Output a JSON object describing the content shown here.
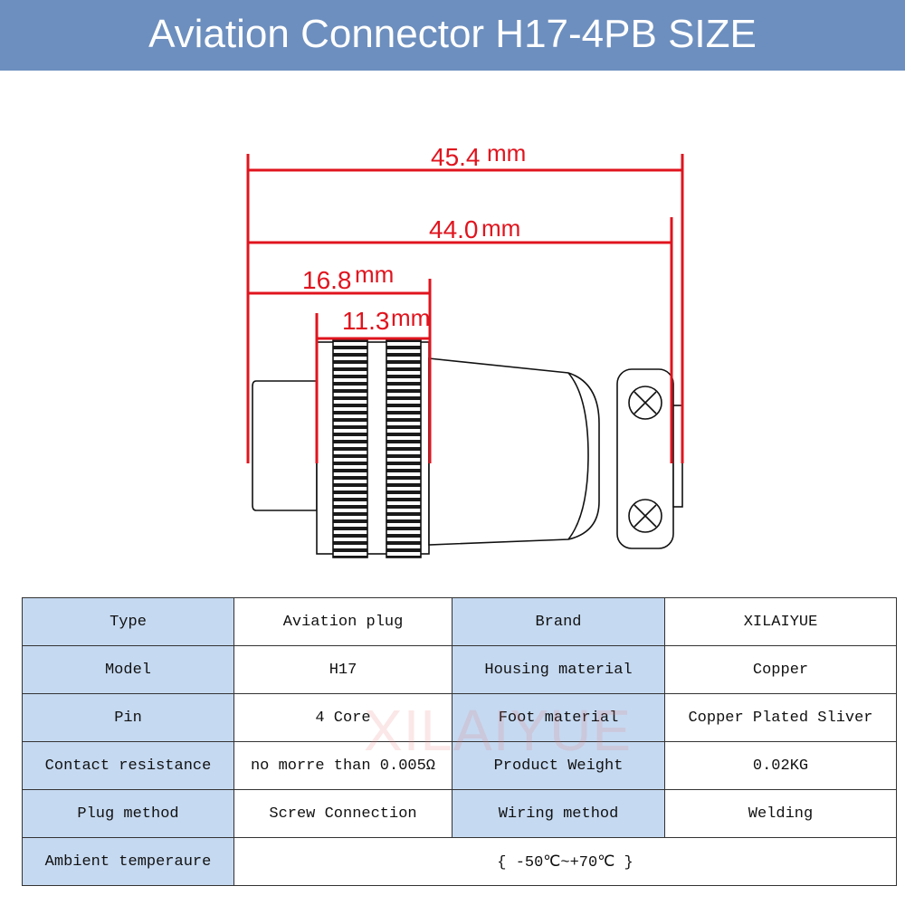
{
  "header": {
    "title": "Aviation Connector H17-4PB SIZE"
  },
  "dimensions": {
    "d1": {
      "value": "45.4",
      "unit": "mm"
    },
    "d2": {
      "value": "44.0",
      "unit": "mm"
    },
    "d3": {
      "value": "16.8",
      "unit": "mm"
    },
    "d4": {
      "value": "11.3",
      "unit": "mm"
    }
  },
  "colors": {
    "header_bg": "#6d8fbf",
    "dimension": "#e0141e",
    "label_cell": "#c5d9f1"
  },
  "watermark": "XILAIYUE",
  "specs": {
    "r1": {
      "l1": "Type",
      "v1": "Aviation plug",
      "l2": "Brand",
      "v2": "XILAIYUE"
    },
    "r2": {
      "l1": "Model",
      "v1": "H17",
      "l2": "Housing material",
      "v2": "Copper"
    },
    "r3": {
      "l1": "Pin",
      "v1": "4 Core",
      "l2": "Foot material",
      "v2": "Copper Plated Sliver"
    },
    "r4": {
      "l1": "Contact resistance",
      "v1": "no morre than 0.005Ω",
      "l2": "Product Weight",
      "v2": "0.02KG"
    },
    "r5": {
      "l1": "Plug method",
      "v1": "Screw Connection",
      "l2": "Wiring method",
      "v2": "Welding"
    },
    "r6": {
      "l1": "Ambient temperaure",
      "v1": "{ -50℃~+70℃ }"
    }
  }
}
